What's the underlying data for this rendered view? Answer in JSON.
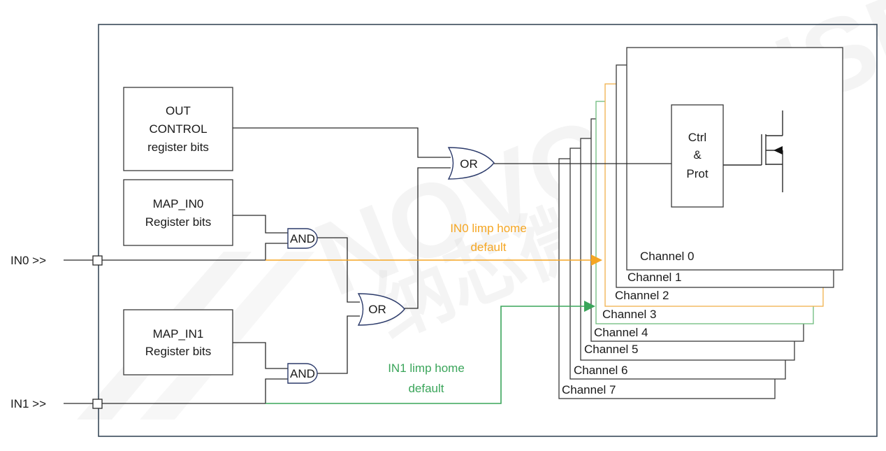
{
  "watermark": {
    "latin": "NOVOSENSE",
    "chinese": "纳芯微电子"
  },
  "inputs": [
    {
      "id": "in0",
      "label": "IN0 >>"
    },
    {
      "id": "in1",
      "label": "IN1 >>"
    }
  ],
  "blocks": {
    "out_control": [
      "OUT",
      "CONTROL",
      "register bits"
    ],
    "map_in0": [
      "MAP_IN0",
      "Register bits"
    ],
    "map_in1": [
      "MAP_IN1",
      "Register bits"
    ],
    "ctrl_prot": [
      "Ctrl",
      "&",
      "Prot"
    ]
  },
  "gates": {
    "and0": "AND",
    "and1": "AND",
    "or_inner": "OR",
    "or_outer": "OR"
  },
  "annotations": {
    "in0_limp": [
      "IN0 limp home",
      "default"
    ],
    "in1_limp": [
      "IN1 limp home",
      "default"
    ]
  },
  "channels": [
    "Channel 0",
    "Channel 1",
    "Channel 2",
    "Channel 3",
    "Channel 4",
    "Channel 5",
    "Channel 6",
    "Channel 7"
  ],
  "colors": {
    "in0_limp": "#f5a623",
    "in1_limp": "#3aa55a",
    "channel2_border": "#f0b04a",
    "channel3_border": "#6dbb7d",
    "gate_outline": "#2b3a6a",
    "line": "#2a2a2a"
  }
}
